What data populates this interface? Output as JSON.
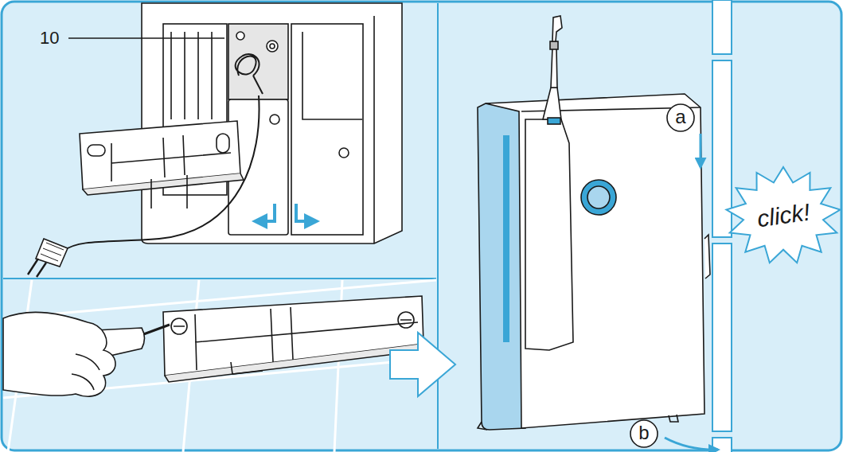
{
  "diagram": {
    "nodes": [
      {
        "text": [
          "a"
        ]
      },
      {
        "text": [
          "click!"
        ]
      },
      {
        "text": [
          "b"
        ]
      }
    ],
    "labels": [
      "10"
    ]
  }
}
